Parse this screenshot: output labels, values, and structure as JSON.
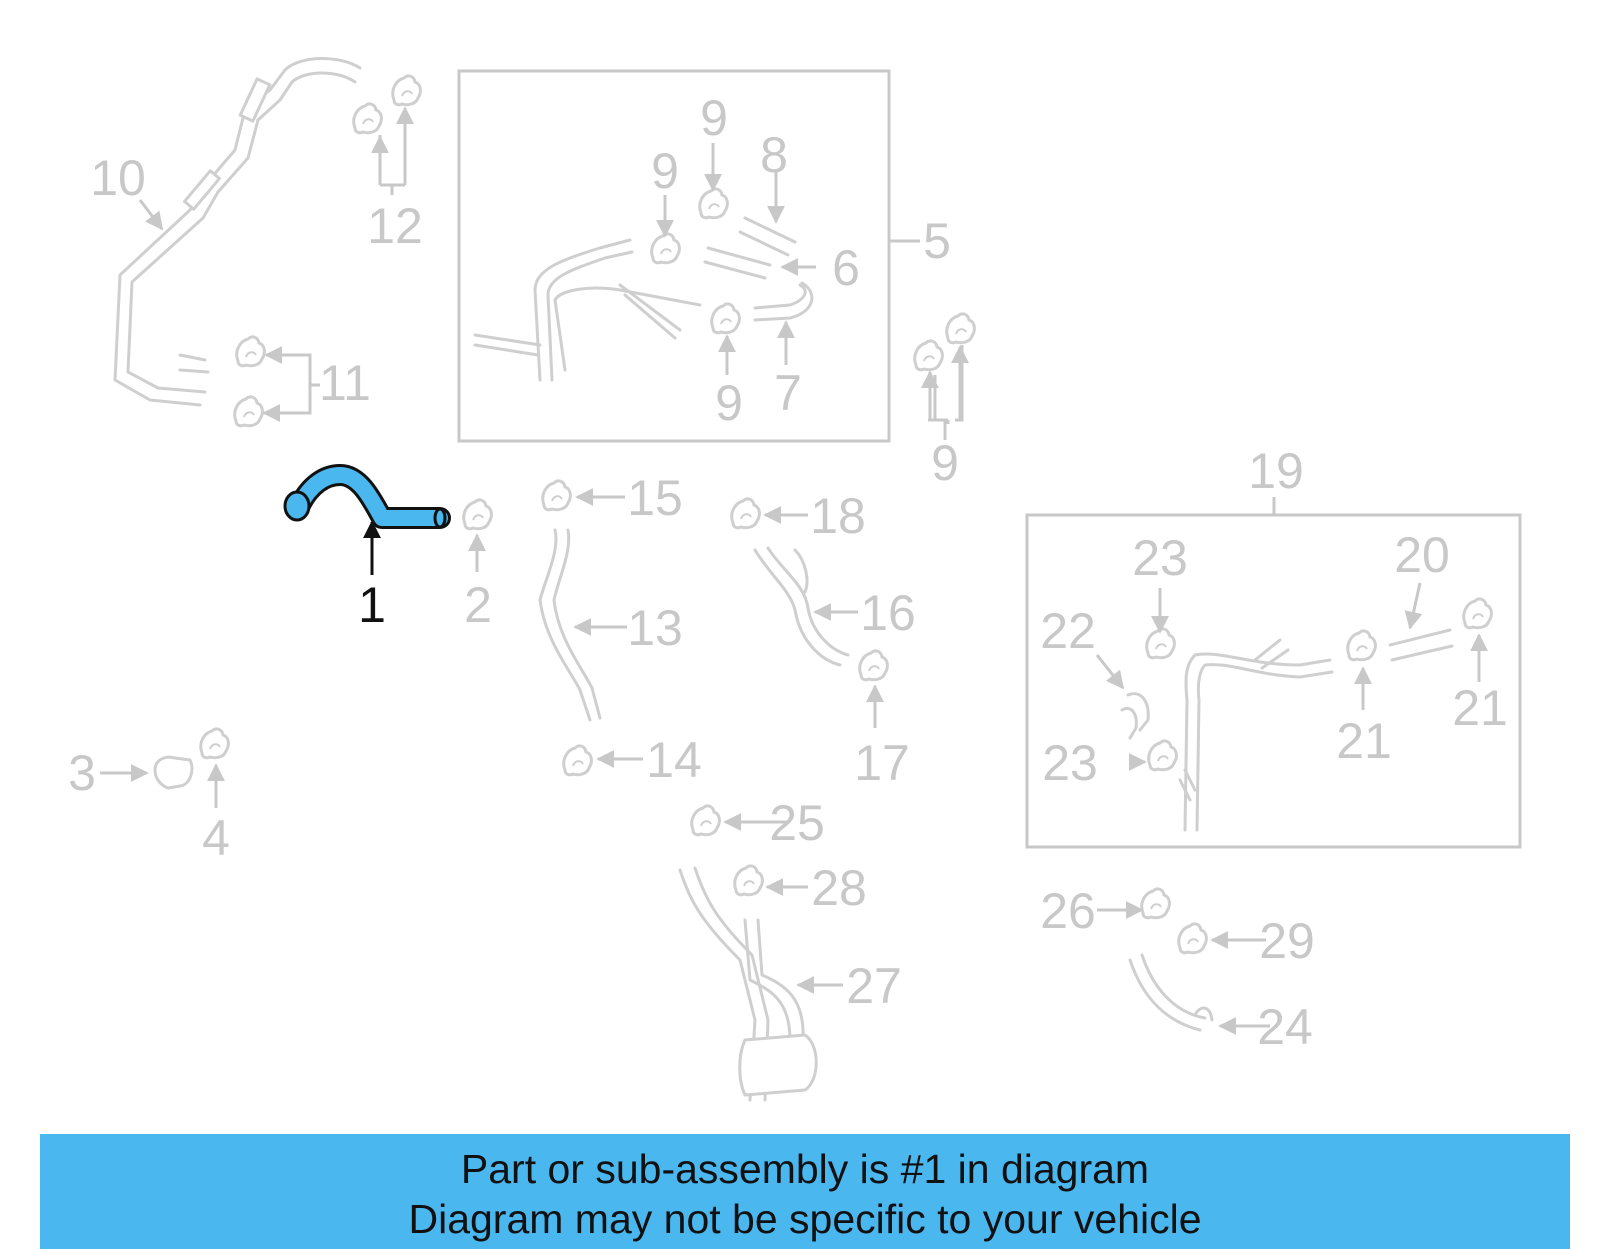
{
  "diagram": {
    "highlight_color": "#4ab7ef",
    "parts_color": "#cfcfcf",
    "highlighted_part": "1",
    "callouts": {
      "c1": "1",
      "c2": "2",
      "c3": "3",
      "c4": "4",
      "c5": "5",
      "c6": "6",
      "c7": "7",
      "c8": "8",
      "c9a": "9",
      "c9b": "9",
      "c9c": "9",
      "c9d": "9",
      "c10": "10",
      "c11": "11",
      "c12": "12",
      "c13": "13",
      "c14": "14",
      "c15": "15",
      "c16": "16",
      "c17": "17",
      "c18": "18",
      "c19": "19",
      "c20": "20",
      "c21a": "21",
      "c21b": "21",
      "c22": "22",
      "c23a": "23",
      "c23b": "23",
      "c24": "24",
      "c25": "25",
      "c26": "26",
      "c27": "27",
      "c28": "28",
      "c29": "29"
    }
  },
  "banner": {
    "line1": "Part or sub-assembly is #1 in diagram",
    "line2": "Diagram may not be specific to your vehicle"
  }
}
